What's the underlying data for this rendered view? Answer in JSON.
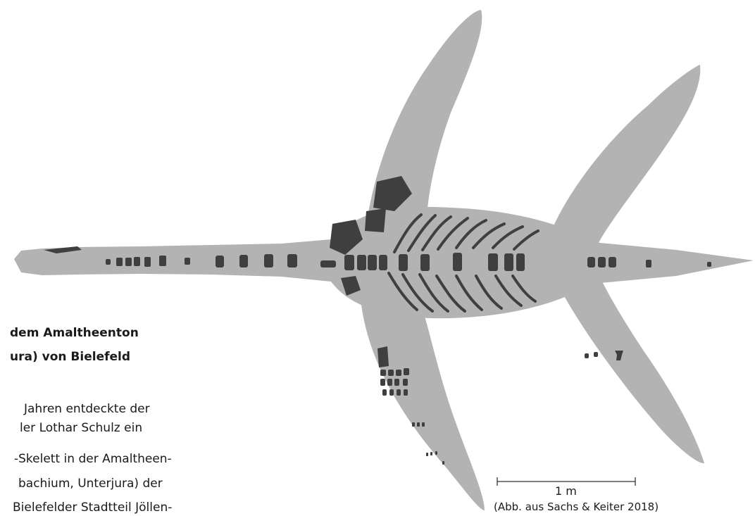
{
  "title_lines": [
    "dem Amaltheenton",
    "ura) von Bielefeld"
  ],
  "body_lines": [
    "Jahren entdeckte der",
    "ler Lothar Schulz ein",
    "-Skelett in der Amaltheen-",
    "bachium, Unterjura) der",
    "Bielefelder Stadtteil Jöllen-"
  ],
  "scale_bar": {
    "label": "1 m"
  },
  "credit": "(Abb. aus Sachs & Keiter 2018)",
  "colors": {
    "silhouette": "#b3b3b3",
    "bone": "#3f3f3f",
    "text": "#1a1a1a"
  }
}
